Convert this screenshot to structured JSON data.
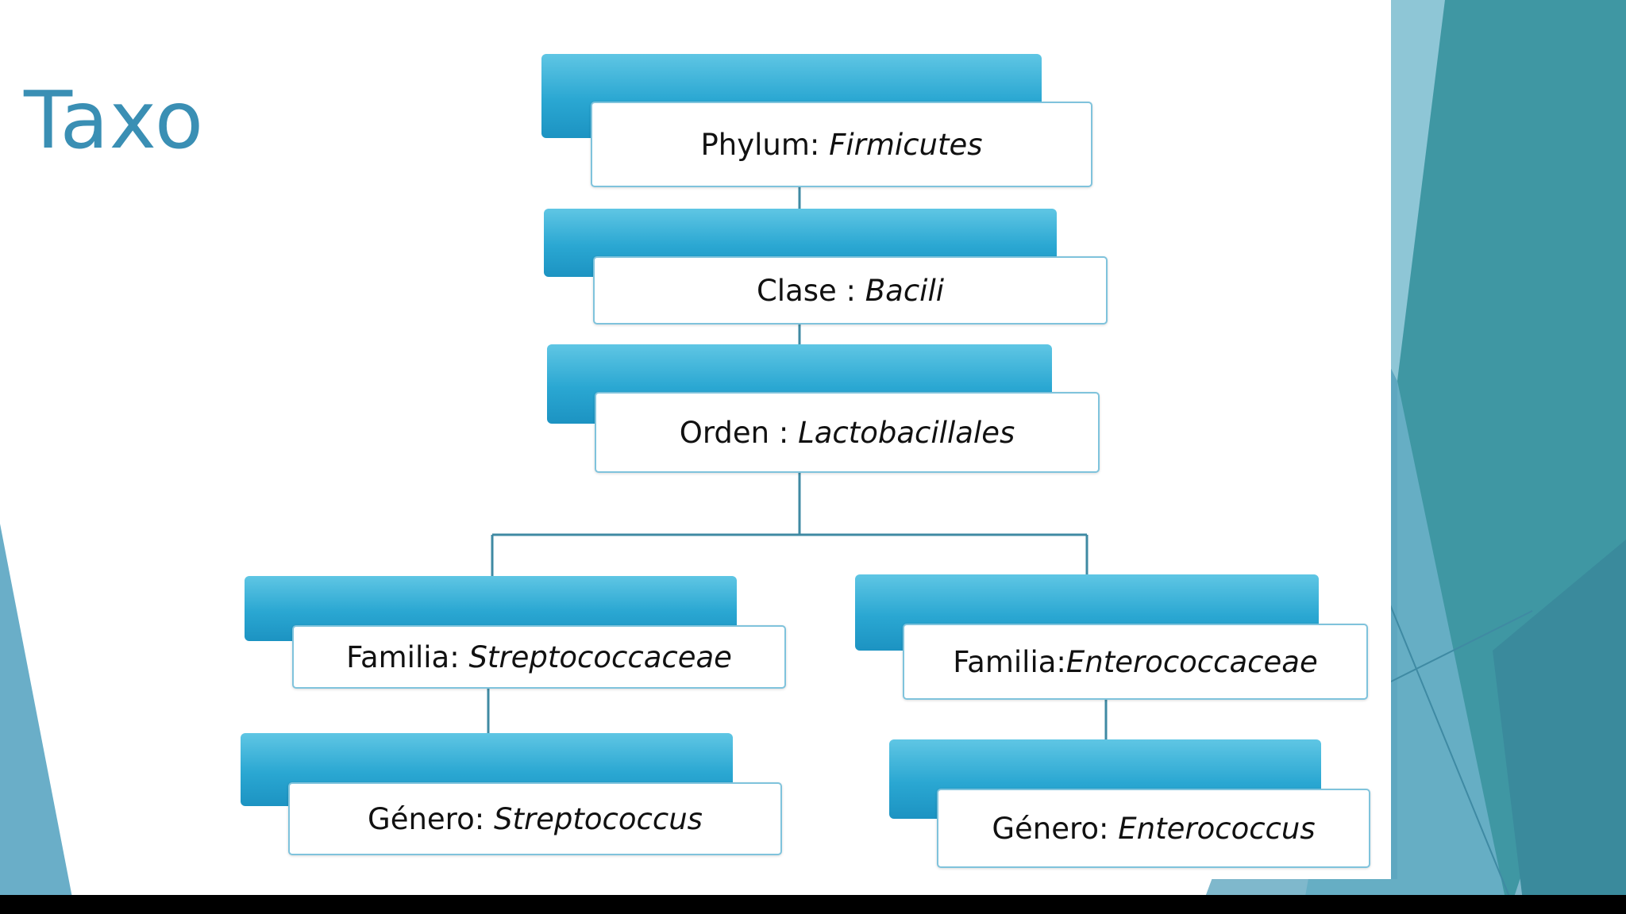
{
  "slide": {
    "title": "Taxonomía"
  },
  "colors": {
    "title": "#3a8fb4",
    "header_gradient_top": "#5fc6e4",
    "header_gradient_bottom": "#1c93c2",
    "box_border": "#7fc3dc",
    "connector": "#3f8aa3",
    "background_teal_dark": "#2f8fa0",
    "background_teal_light": "#7fc3d6"
  },
  "taxonomy": {
    "phylum": {
      "label": "Phylum:",
      "value": "Firmicutes"
    },
    "clase": {
      "label": "Clase :",
      "value": "Bacili"
    },
    "orden": {
      "label": "Orden :",
      "value": "Lactobacillales"
    },
    "familia_left": {
      "label": "Familia:",
      "value": "Streptococcaceae"
    },
    "familia_right": {
      "label": "Familia:",
      "value": "Enterococcaceae"
    },
    "genero_left": {
      "label": "Género:",
      "value": "Streptococcus"
    },
    "genero_right": {
      "label": "Género:",
      "value": "Enterococcus"
    }
  }
}
